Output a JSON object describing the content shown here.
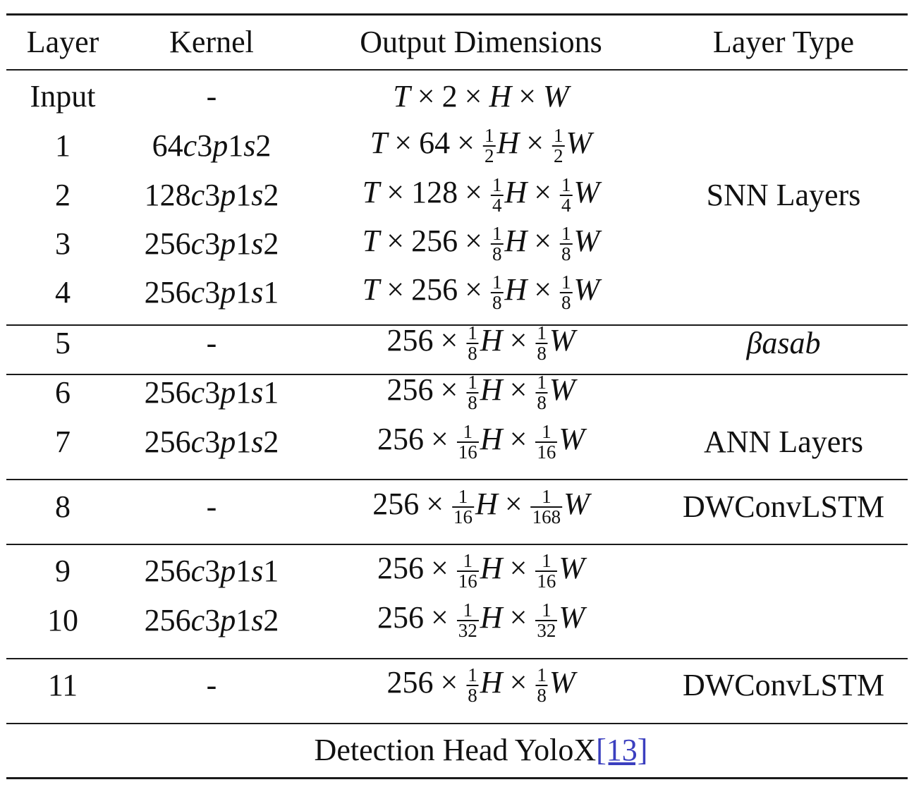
{
  "header": {
    "col_layer": "Layer",
    "col_kernel": "Kernel",
    "col_output": "Output Dimensions",
    "col_type": "Layer Type"
  },
  "rows": [
    {
      "layer": "Input",
      "kernel": "-",
      "out": {
        "lead": "T",
        "c": "2",
        "hn": "",
        "hd": "",
        "wn": "",
        "wd": ""
      }
    },
    {
      "layer": "1",
      "kernel": {
        "n": "64",
        "s": "2"
      },
      "out": {
        "lead": "T",
        "c": "64",
        "hn": "1",
        "hd": "2",
        "wn": "1",
        "wd": "2"
      }
    },
    {
      "layer": "2",
      "kernel": {
        "n": "128",
        "s": "2"
      },
      "out": {
        "lead": "T",
        "c": "128",
        "hn": "1",
        "hd": "4",
        "wn": "1",
        "wd": "4"
      }
    },
    {
      "layer": "3",
      "kernel": {
        "n": "256",
        "s": "2"
      },
      "out": {
        "lead": "T",
        "c": "256",
        "hn": "1",
        "hd": "8",
        "wn": "1",
        "wd": "8"
      }
    },
    {
      "layer": "4",
      "kernel": {
        "n": "256",
        "s": "1"
      },
      "out": {
        "lead": "T",
        "c": "256",
        "hn": "1",
        "hd": "8",
        "wn": "1",
        "wd": "8"
      }
    },
    {
      "layer": "5",
      "kernel": "-",
      "out": {
        "c": "256",
        "hn": "1",
        "hd": "8",
        "wn": "1",
        "wd": "8"
      }
    },
    {
      "layer": "6",
      "kernel": {
        "n": "256",
        "s": "1"
      },
      "out": {
        "c": "256",
        "hn": "1",
        "hd": "8",
        "wn": "1",
        "wd": "8"
      }
    },
    {
      "layer": "7",
      "kernel": {
        "n": "256",
        "s": "2"
      },
      "out": {
        "c": "256",
        "hn": "1",
        "hd": "16",
        "wn": "1",
        "wd": "16"
      }
    },
    {
      "layer": "8",
      "kernel": "-",
      "out": {
        "c": "256",
        "hn": "1",
        "hd": "16",
        "wn": "1",
        "wd": "168"
      }
    },
    {
      "layer": "9",
      "kernel": {
        "n": "256",
        "s": "1"
      },
      "out": {
        "c": "256",
        "hn": "1",
        "hd": "16",
        "wn": "1",
        "wd": "16"
      }
    },
    {
      "layer": "10",
      "kernel": {
        "n": "256",
        "s": "2"
      },
      "out": {
        "c": "256",
        "hn": "1",
        "hd": "32",
        "wn": "1",
        "wd": "32"
      }
    },
    {
      "layer": "11",
      "kernel": "-",
      "out": {
        "c": "256",
        "hn": "1",
        "hd": "8",
        "wn": "1",
        "wd": "8"
      }
    }
  ],
  "layer_types": {
    "snn": "SNN Layers",
    "beta": "βasab",
    "ann": "ANN Layers",
    "dw1": "DWConvLSTM",
    "dw2": "DWConvLSTM"
  },
  "footer": {
    "text": "Detection Head YoloX",
    "cite": "[13]"
  },
  "symbols": {
    "times": "×",
    "T": "T",
    "H": "H",
    "W": "W",
    "c": "c",
    "p": "p",
    "s": "s",
    "three": "3",
    "one": "1"
  }
}
